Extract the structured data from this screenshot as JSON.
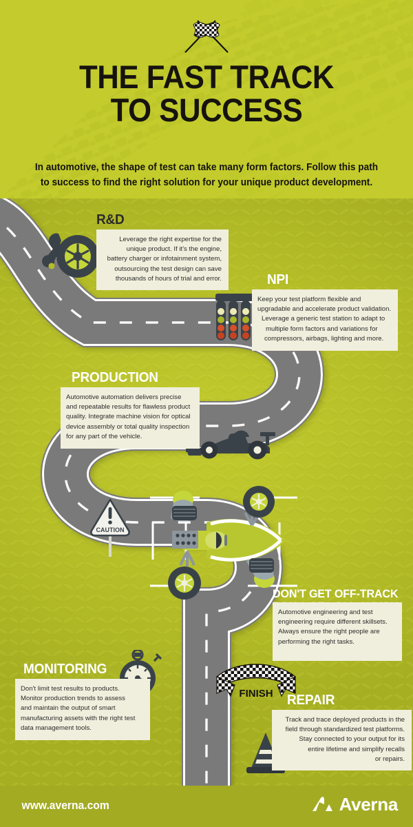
{
  "header": {
    "flags_icon": "crossed-checkered-flags-icon",
    "title_line1": "THE FAST TRACK",
    "title_line2": "TO SUCCESS",
    "subtitle_line1": "In automotive, the shape of test can take many form factors. Follow this path",
    "subtitle_line2": "to success to find the right solution for your unique product development."
  },
  "colors": {
    "header_green": "#c3cc2c",
    "body_green": "#b4bd27",
    "footer_green": "#a3ab23",
    "road_gray": "#7a7a7a",
    "callout_cream": "#f0efdd",
    "dark_charcoal": "#3a4249",
    "white": "#ffffff",
    "light_lime": "#c5d63a"
  },
  "steps": [
    {
      "id": "rnd",
      "heading": "R&D",
      "icon": "wrench-and-tire-icon",
      "body": "Leverage the right expertise for the unique product. If it's the engine, battery charger or infotainment system, outsourcing the test design can save thousands of hours of trial and error.",
      "lines": [
        "Leverage the right expertise for the",
        "unique product. If it's the engine,",
        "battery charger or infotainment system,",
        "outsourcing the test design can save",
        "thousands of hours of trial and error."
      ]
    },
    {
      "id": "npi",
      "heading": "NPI",
      "icon": "f1-start-lights-icon",
      "body": "Keep your test platform flexible and upgradable and accelerate product validation. Leverage a generic test station to adapt to multiple form factors and variations for compressors, airbags, lighting and more.",
      "lines": [
        "Keep your test platform flexible and",
        "upgradable and accelerate product  validation.",
        "Leverage a generic test station to adapt to",
        "multiple form factors and variations for",
        "compressors, airbags, lighting and more."
      ]
    },
    {
      "id": "production",
      "heading": "PRODUCTION",
      "icon": "formula-one-car-icon",
      "body": "Automotive automation delivers precise and repeatable results for flawless product quality. Integrate machine vision for optical device assembly or total quality inspection for any part of the vehicle.",
      "lines": [
        "Automotive automation delivers precise",
        "and repeatable results for flawless product",
        "quality. Integrate machine vision for optical",
        "device assembly or total quality inspection",
        "for any part of the vehicle."
      ]
    },
    {
      "id": "off-track",
      "heading": "DON'T GET OFF-TRACK",
      "icon": "pit-stop-crew-icon",
      "body": "Automotive engineering and test engineering require different skillsets. Always ensure the right people are performing the right tasks.",
      "lines": [
        "Automotive engineering and test",
        "engineering require different skillsets.",
        "Always ensure the right people are",
        "performing the right tasks."
      ]
    },
    {
      "id": "monitoring",
      "heading": "MONITORING",
      "icon": "stopwatch-icon",
      "body": "Don't limit test results to products. Monitor production trends to assess and maintain the output of smart manufacturing assets with the right test data management tools.",
      "lines": [
        "Don't limit test results to products.",
        "Monitor production trends to assess",
        "and maintain the output of smart",
        "manufacturing assets with the right test",
        "data management tools."
      ]
    },
    {
      "id": "repair",
      "heading": "REPAIR",
      "icon": "traffic-cone-icon",
      "body": "Track and trace deployed products in the field through standardized test platforms. Stay connected to your output for its entire lifetime and simplify recalls or repairs.",
      "lines": [
        "Track and trace deployed products in the",
        "field through standardized test platforms.",
        "Stay connected to your output for its",
        "entire lifetime and simplify recalls",
        "or repairs."
      ]
    }
  ],
  "track_markers": {
    "caution_label": "CAUTION",
    "caution_icon": "caution-exclamation-sign-icon",
    "finish_label": "FINISH",
    "finish_icon": "checkered-finish-banner-icon"
  },
  "footer": {
    "url": "www.averna.com",
    "brand": "Averna",
    "logo_icon": "averna-mountain-logo-icon"
  }
}
